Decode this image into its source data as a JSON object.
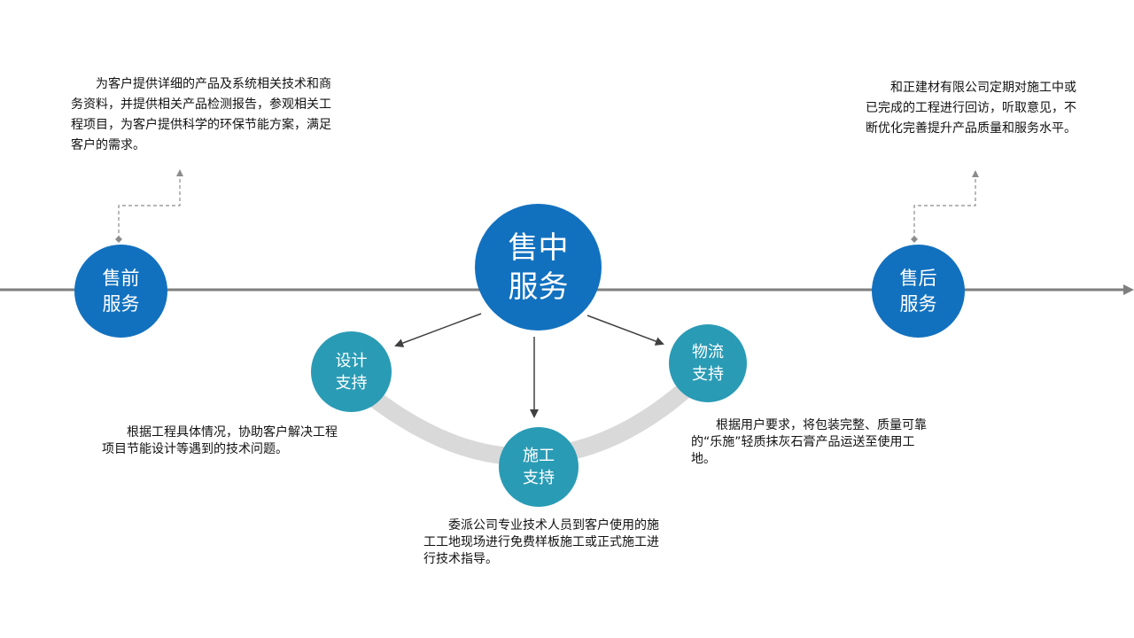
{
  "nodes": {
    "pre_sale": {
      "line1": "售前",
      "line2": "服务"
    },
    "in_sale": {
      "line1": "售中",
      "line2": "服务"
    },
    "after_sale": {
      "line1": "售后",
      "line2": "服务"
    },
    "design": {
      "line1": "设计",
      "line2": "支持"
    },
    "construction": {
      "line1": "施工",
      "line2": "支持"
    },
    "logistics": {
      "line1": "物流",
      "line2": "支持"
    }
  },
  "descriptions": {
    "pre_sale": "为客户提供详细的产品及系统相关技术和商务资料，并提供相关产品检测报告，参观相关工程项目，为客户提供科学的环保节能方案，满足客户的需求。",
    "after_sale": "和正建材有限公司定期对施工中或已完成的工程进行回访，听取意见，不断优化完善提升产品质量和服务水平。",
    "design": "根据工程具体情况，协助客户解决工程项目节能设计等遇到的技术问题。",
    "construction": "委派公司专业技术人员到客户使用的施工工地现场进行免费样板施工或正式施工进行技术指导。",
    "logistics": "根据用户要求，将包装完整、质量可靠的“乐施”轻质抹灰石膏产品运送至使用工地。"
  },
  "colors": {
    "main_circle": "#1271bf",
    "sub_circle": "#2a9bb5",
    "timeline": "#7f7f7f",
    "arc": "#d9d9d9",
    "connector": "#8c8c8c"
  }
}
